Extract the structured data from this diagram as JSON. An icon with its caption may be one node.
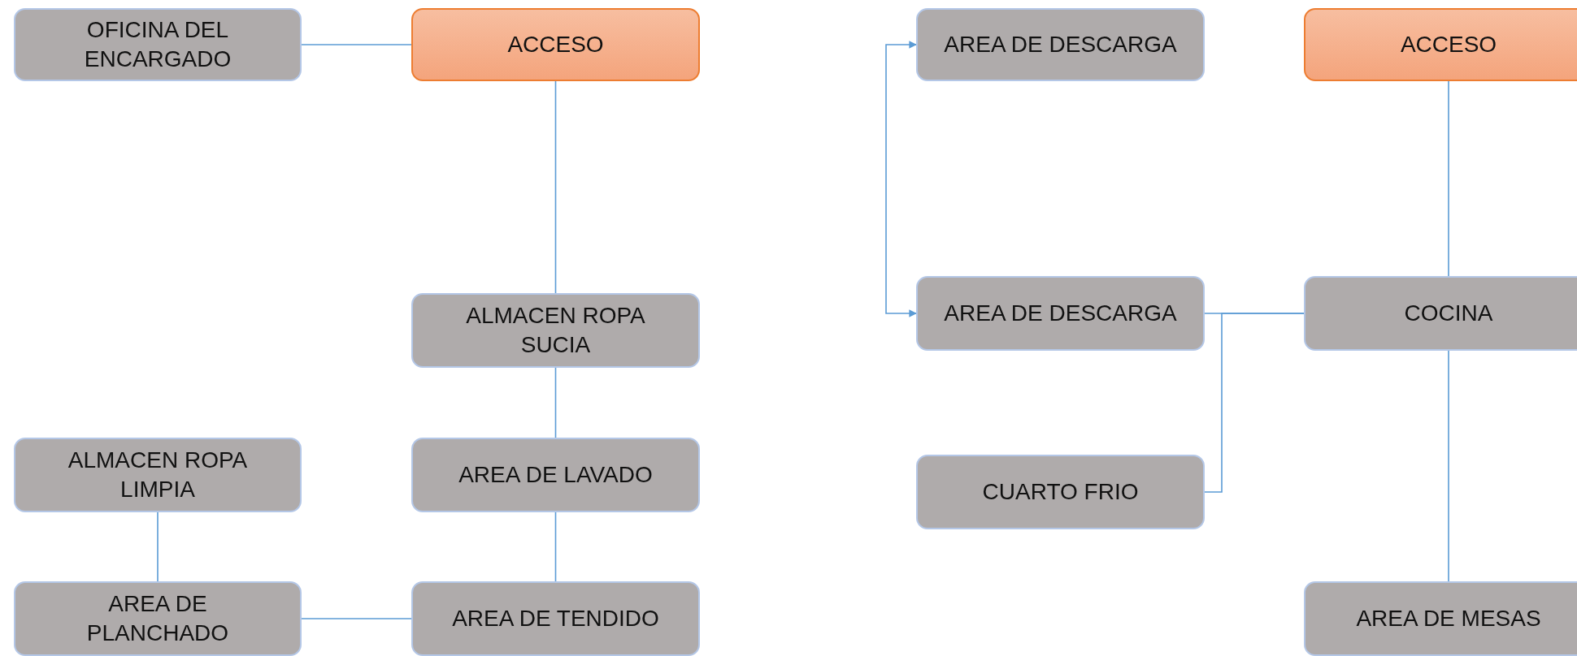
{
  "diagram": {
    "nodes": [
      {
        "text": [
          "OFICINA DEL ENCARGADO"
        ]
      },
      {
        "text": [
          "ACCESO"
        ]
      },
      {
        "text": [
          "ALMACEN ROPA SUCIA"
        ]
      },
      {
        "text": [
          "ALMACEN ROPA LIMPIA"
        ]
      },
      {
        "text": [
          "AREA DE LAVADO"
        ]
      },
      {
        "text": [
          "AREA DE PLANCHADO"
        ]
      },
      {
        "text": [
          "AREA DE TENDIDO"
        ]
      },
      {
        "text": [
          "AREA DE DESCARGA"
        ]
      },
      {
        "text": [
          "ACCESO"
        ]
      },
      {
        "text": [
          "AREA DE DESCARGA"
        ]
      },
      {
        "text": [
          "COCINA"
        ]
      },
      {
        "text": [
          "CUARTO FRIO"
        ]
      },
      {
        "text": [
          "AREA DE MESAS"
        ]
      }
    ],
    "edges": [
      {
        "from": 0,
        "to": 1,
        "arrow": "none"
      },
      {
        "from": 1,
        "to": 2,
        "arrow": "none"
      },
      {
        "from": 2,
        "to": 4,
        "arrow": "none"
      },
      {
        "from": 4,
        "to": 6,
        "arrow": "none"
      },
      {
        "from": 6,
        "to": 5,
        "arrow": "none"
      },
      {
        "from": 3,
        "to": 5,
        "arrow": "none"
      },
      {
        "from": 7,
        "to": 9,
        "arrow": "both"
      },
      {
        "from": 8,
        "to": 10,
        "arrow": "none"
      },
      {
        "from": 9,
        "to": 10,
        "arrow": "none"
      },
      {
        "from": 11,
        "to": 10,
        "arrow": "none"
      },
      {
        "from": 10,
        "to": 12,
        "arrow": "none"
      }
    ]
  }
}
